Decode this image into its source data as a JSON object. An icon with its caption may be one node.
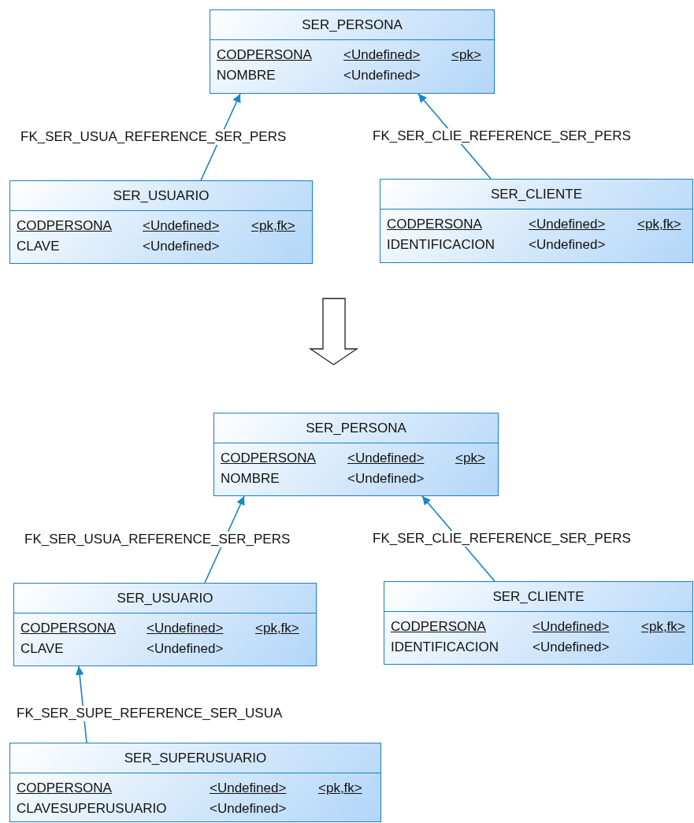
{
  "diagram": {
    "nodes": [
      {
        "text": [
          "SER_PERSONA"
        ]
      },
      {
        "text": [
          "CODPERSONA",
          "<Undefined>",
          "<pk>"
        ],
        "in": 0
      },
      {
        "text": [
          "NOMBRE",
          "<Undefined>"
        ],
        "in": 0
      },
      {
        "text": [
          "SER_USUARIO"
        ]
      },
      {
        "text": [
          "CODPERSONA",
          "<Undefined>",
          "<pk,fk>"
        ],
        "in": 3
      },
      {
        "text": [
          "CLAVE",
          "<Undefined>"
        ],
        "in": 3
      },
      {
        "text": [
          "SER_CLIENTE"
        ]
      },
      {
        "text": [
          "CODPERSONA",
          "<Undefined>",
          "<pk,fk>"
        ],
        "in": 6
      },
      {
        "text": [
          "IDENTIFICACION",
          "<Undefined>"
        ],
        "in": 6
      },
      {
        "text": [
          "SER_PERSONA"
        ]
      },
      {
        "text": [
          "CODPERSONA",
          "<Undefined>",
          "<pk>"
        ],
        "in": 9
      },
      {
        "text": [
          "NOMBRE",
          "<Undefined>"
        ],
        "in": 9
      },
      {
        "text": [
          "SER_USUARIO"
        ]
      },
      {
        "text": [
          "CODPERSONA",
          "<Undefined>",
          "<pk,fk>"
        ],
        "in": 12
      },
      {
        "text": [
          "CLAVE",
          "<Undefined>"
        ],
        "in": 12
      },
      {
        "text": [
          "SER_CLIENTE"
        ]
      },
      {
        "text": [
          "CODPERSONA",
          "<Undefined>",
          "<pk,fk>"
        ],
        "in": 15
      },
      {
        "text": [
          "IDENTIFICACION",
          "<Undefined>"
        ],
        "in": 15
      },
      {
        "text": [
          "SER_SUPERUSUARIO"
        ]
      },
      {
        "text": [
          "CODPERSONA",
          "<Undefined>",
          "<pk,fk>"
        ],
        "in": 18
      },
      {
        "text": [
          "CLAVESUPERUSUARIO",
          "<Undefined>"
        ],
        "in": 18
      }
    ],
    "edges": [
      {
        "from": 3,
        "to": 0,
        "arrow": "to",
        "label": "FK_SER_USUA_REFERENCE_SER_PERS"
      },
      {
        "from": 6,
        "to": 0,
        "arrow": "to",
        "label": "FK_SER_CLIE_REFERENCE_SER_PERS"
      },
      {
        "from": 12,
        "to": 9,
        "arrow": "to",
        "label": "FK_SER_USUA_REFERENCE_SER_PERS"
      },
      {
        "from": 15,
        "to": 9,
        "arrow": "to",
        "label": "FK_SER_CLIE_REFERENCE_SER_PERS"
      },
      {
        "from": 18,
        "to": 12,
        "arrow": "to",
        "label": "FK_SER_SUPE_REFERENCE_SER_USUA"
      }
    ]
  }
}
